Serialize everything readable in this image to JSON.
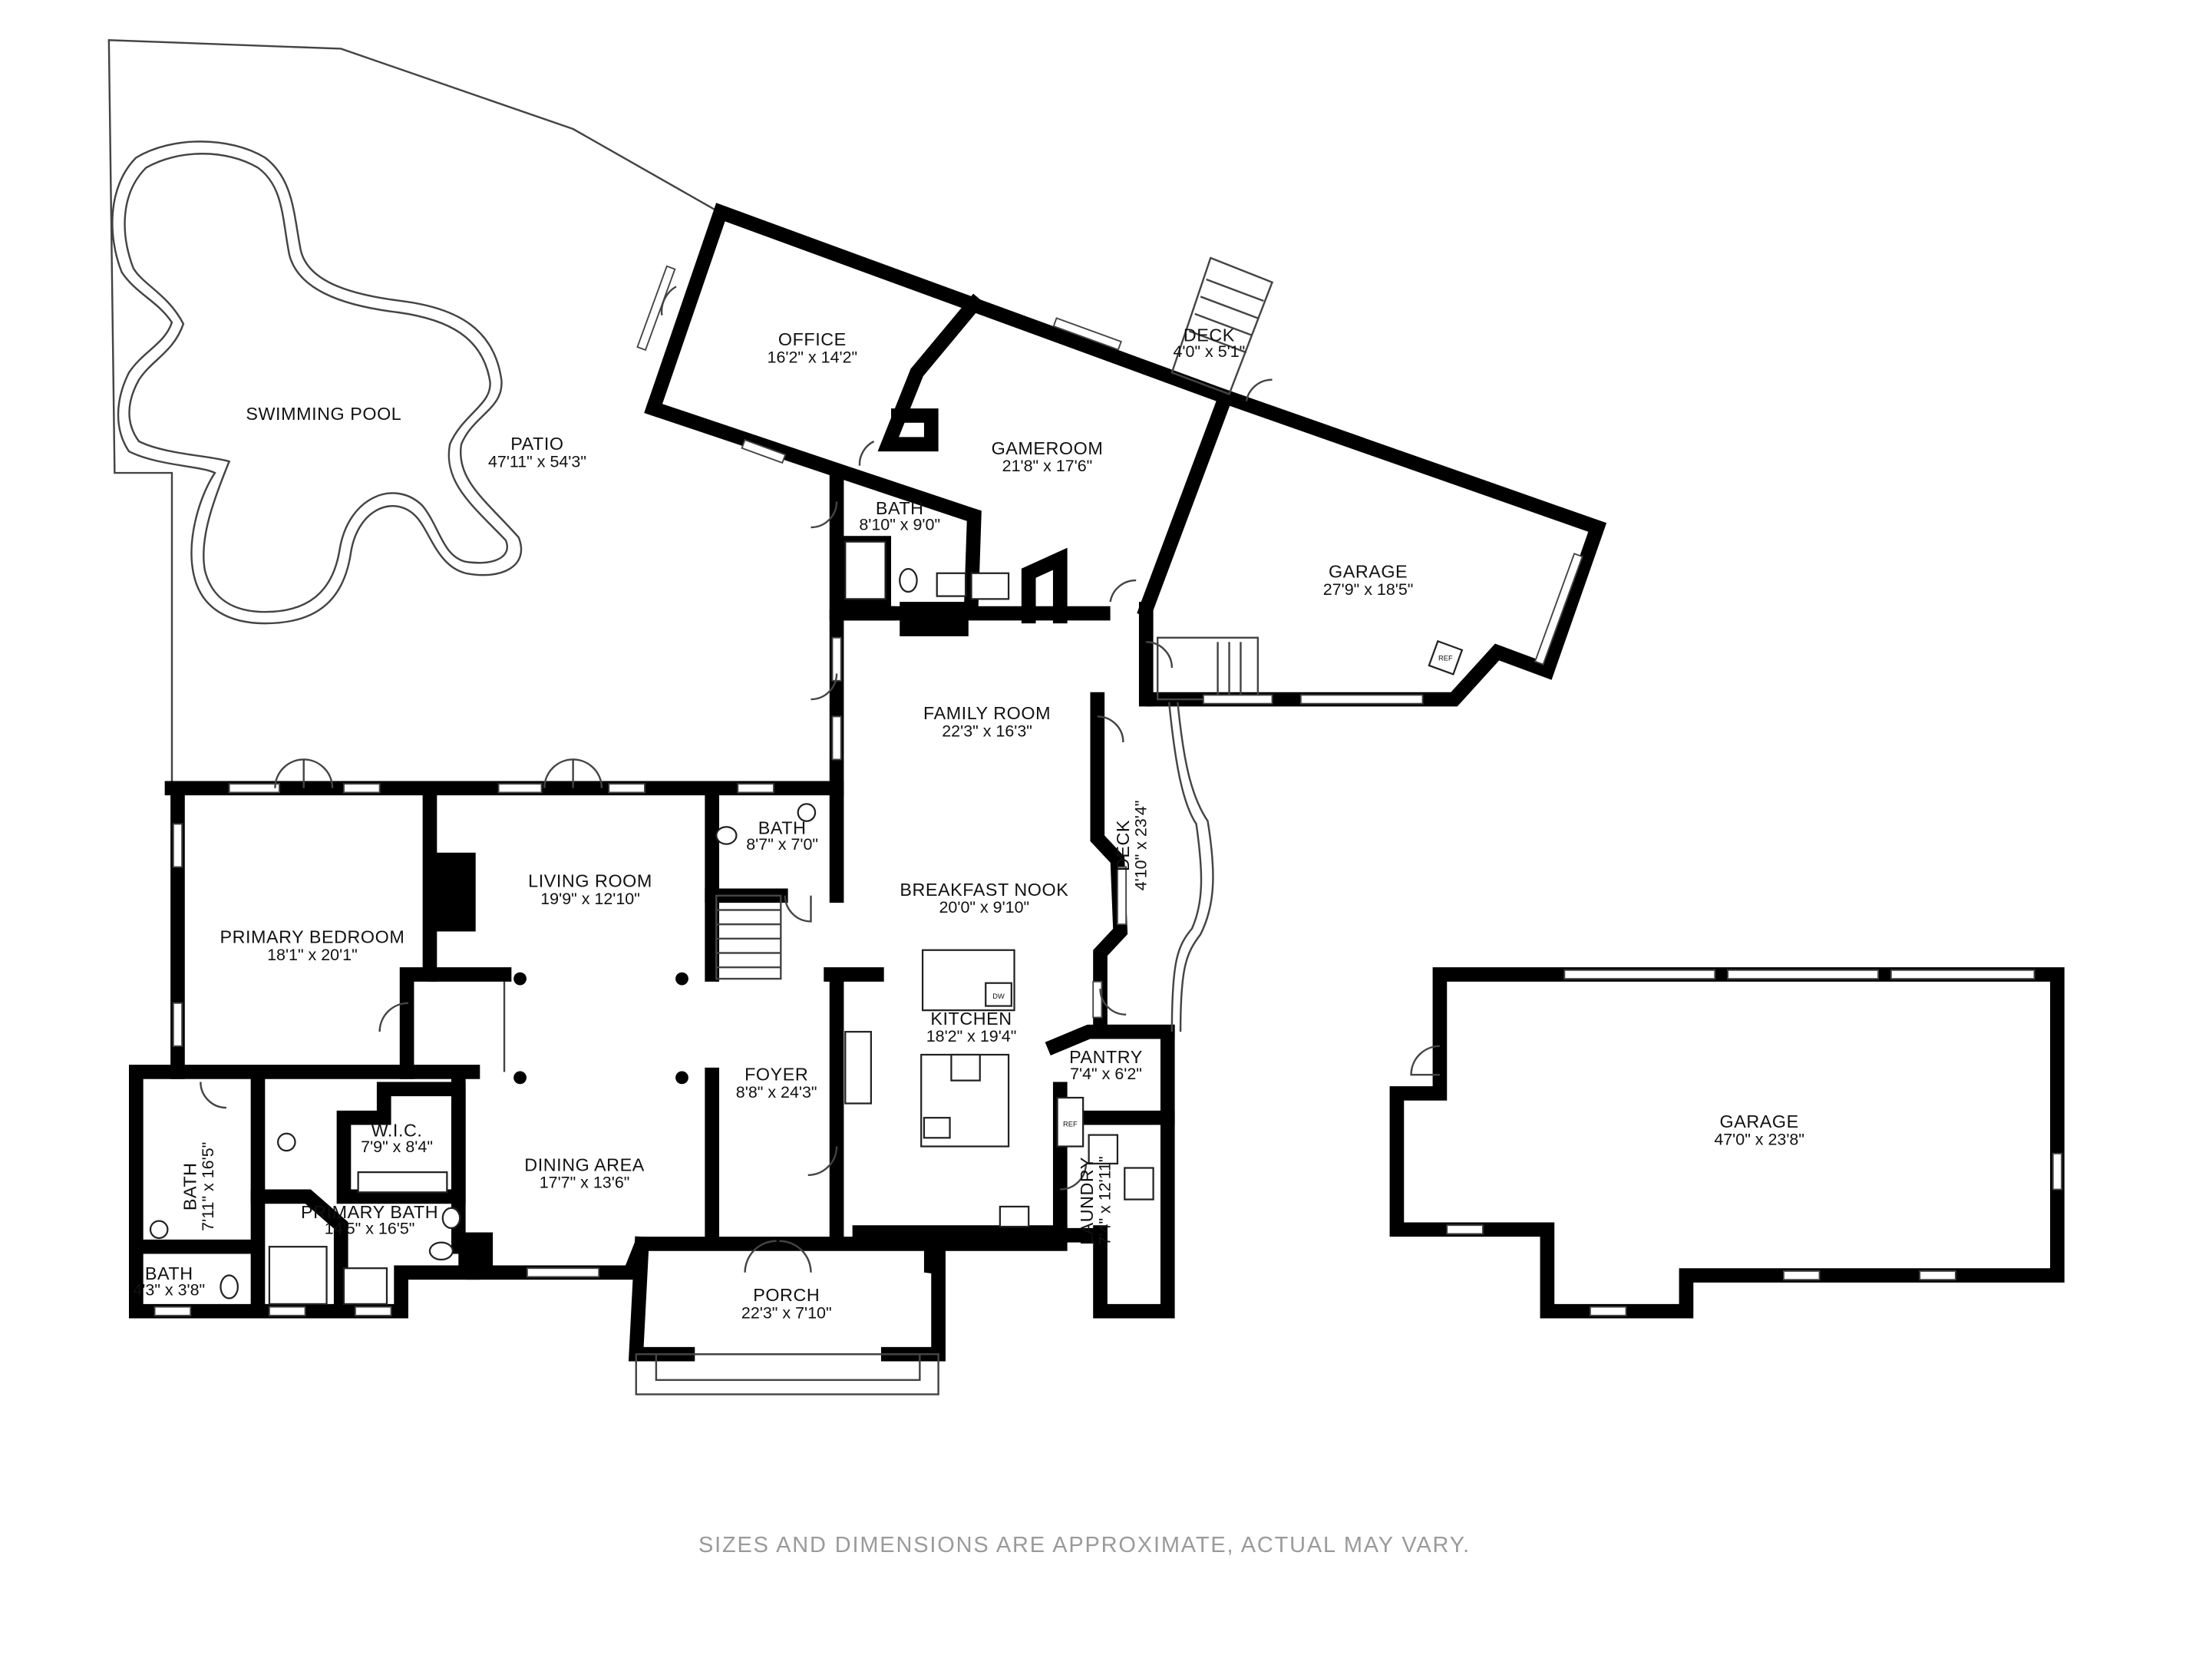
{
  "rooms": {
    "swimming_pool": {
      "name": "SWIMMING POOL",
      "size": ""
    },
    "patio": {
      "name": "PATIO",
      "size": "47'11\" x 54'3\""
    },
    "office": {
      "name": "OFFICE",
      "size": "16'2\" x 14'2\""
    },
    "gameroom": {
      "name": "GAMEROOM",
      "size": "21'8\" x 17'6\""
    },
    "deck_top": {
      "name": "DECK",
      "size": "4'0\" x 5'1\""
    },
    "garage_attached": {
      "name": "GARAGE",
      "size": "27'9\" x 18'5\""
    },
    "bath_upper": {
      "name": "BATH",
      "size": "8'10\" x 9'0\""
    },
    "family_room": {
      "name": "FAMILY ROOM",
      "size": "22'3\" x 16'3\""
    },
    "deck_side": {
      "name": "DECK",
      "size": "4'10\" x 23'4\""
    },
    "bath_half": {
      "name": "BATH",
      "size": "8'7\" x 7'0\""
    },
    "living_room": {
      "name": "LIVING ROOM",
      "size": "19'9\" x 12'10\""
    },
    "primary_bedroom": {
      "name": "PRIMARY BEDROOM",
      "size": "18'1\" x 20'1\""
    },
    "breakfast_nook": {
      "name": "BREAKFAST NOOK",
      "size": "20'0\" x 9'10\""
    },
    "kitchen": {
      "name": "KITCHEN",
      "size": "18'2\" x 19'4\""
    },
    "pantry": {
      "name": "PANTRY",
      "size": "7'4\" x 6'2\""
    },
    "foyer": {
      "name": "FOYER",
      "size": "8'8\" x 24'3\""
    },
    "wic": {
      "name": "W.I.C.",
      "size": "7'9\" x 8'4\""
    },
    "bath_left": {
      "name": "BATH",
      "size": "7'11\" x 16'5\""
    },
    "primary_bath": {
      "name": "PRIMARY BATH",
      "size": "14'5\" x 16'5\""
    },
    "dining_area": {
      "name": "DINING AREA",
      "size": "17'7\" x 13'6\""
    },
    "laundry": {
      "name": "LAUNDRY",
      "size": "7'4\" x 12'11\""
    },
    "bath_small": {
      "name": "BATH",
      "size": "4'3\" x 3'8\""
    },
    "porch": {
      "name": "PORCH",
      "size": "22'3\" x 7'10\""
    },
    "garage_detached": {
      "name": "GARAGE",
      "size": "47'0\" x 23'8\""
    }
  },
  "appliances": {
    "dishwasher": "DW",
    "refrigerator": "REF",
    "garage_fridge": "REF"
  },
  "disclaimer": "SIZES AND DIMENSIONS ARE APPROXIMATE, ACTUAL MAY VARY."
}
